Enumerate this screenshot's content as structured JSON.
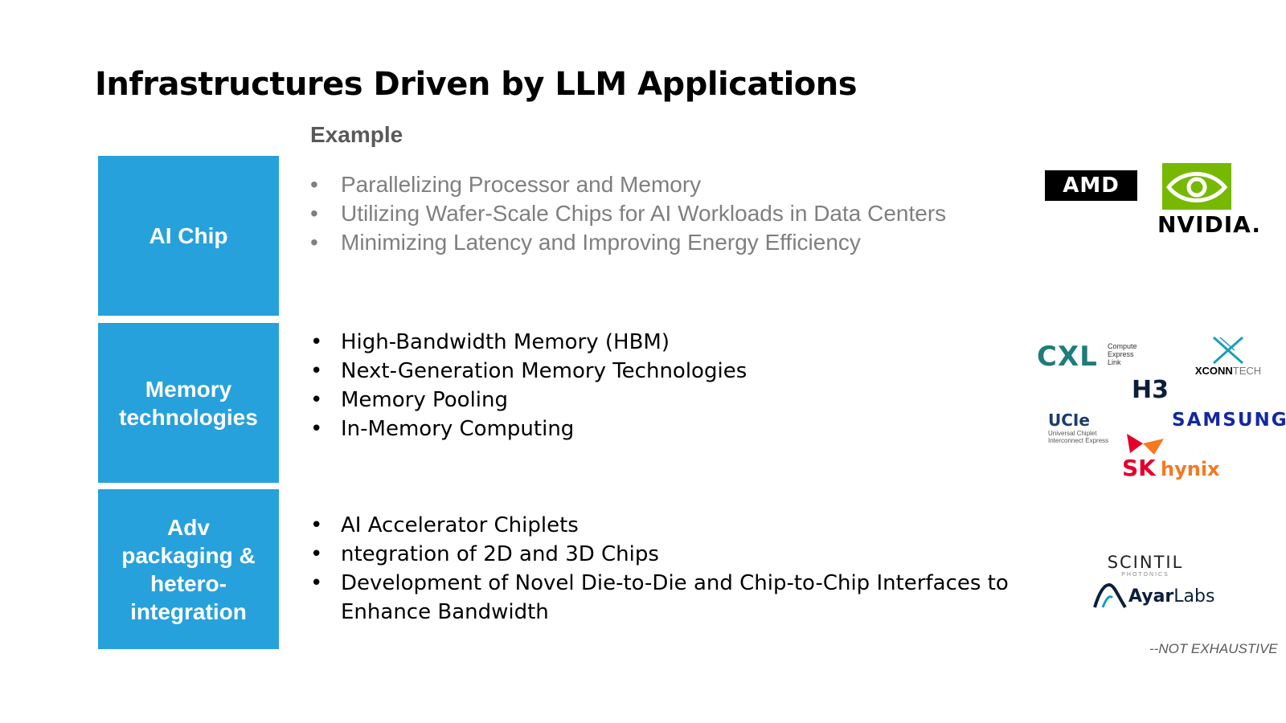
{
  "slide": {
    "title": "Infrastructures Driven by LLM Applications",
    "example_heading": "Example",
    "footnote": "--NOT EXHAUSTIVE"
  },
  "rows": [
    {
      "category": "AI Chip",
      "bullets": [
        "Parallelizing Processor and Memory",
        "Utilizing Wafer-Scale Chips for AI Workloads in Data Centers",
        "Minimizing Latency and Improving Energy Efficiency"
      ]
    },
    {
      "category": "Memory\ntechnologies",
      "bullets": [
        "High-Bandwidth Memory (HBM)",
        "Next-Generation Memory Technologies",
        "Memory Pooling",
        "In-Memory Computing"
      ]
    },
    {
      "category": "Adv\npackaging &\nhetero-\nintegration",
      "bullets": [
        "AI Accelerator Chiplets",
        "ntegration of 2D and 3D Chips",
        "Development of Novel Die-to-Die and Chip-to-Chip Interfaces to Enhance Bandwidth"
      ]
    }
  ],
  "logos": {
    "amd": "AMD",
    "nvidia": "NVIDIA.",
    "cxl": "CXL",
    "cxl_sub": "Compute\nExpress\nLink",
    "xconn_bold": "XCONN",
    "xconn_light": "TECH",
    "h3": "H3",
    "ucie": "UCIe",
    "ucie_sub": "Universal Chiplet\nInterconnect Express",
    "samsung": "SAMSUNG",
    "sk": "SK",
    "hynix": "hynix",
    "scintil": "SCINTIL",
    "scintil_sub": "PHOTONICS",
    "ayar_bold": "Ayar",
    "ayar_light": "Labs"
  },
  "colors": {
    "box_fill": "#27a1db",
    "nvidia_green": "#76b900",
    "samsung_blue": "#1428a0",
    "sk_red": "#e4002b",
    "hynix_orange": "#f47920"
  },
  "icons": [
    "amd-logo",
    "nvidia-eye-icon",
    "cxl-logo",
    "xconn-x-icon",
    "h3-logo",
    "ucie-chip-icon",
    "samsung-logo",
    "skhynix-butterfly-icon",
    "scintil-logo",
    "ayarlabs-icon"
  ]
}
